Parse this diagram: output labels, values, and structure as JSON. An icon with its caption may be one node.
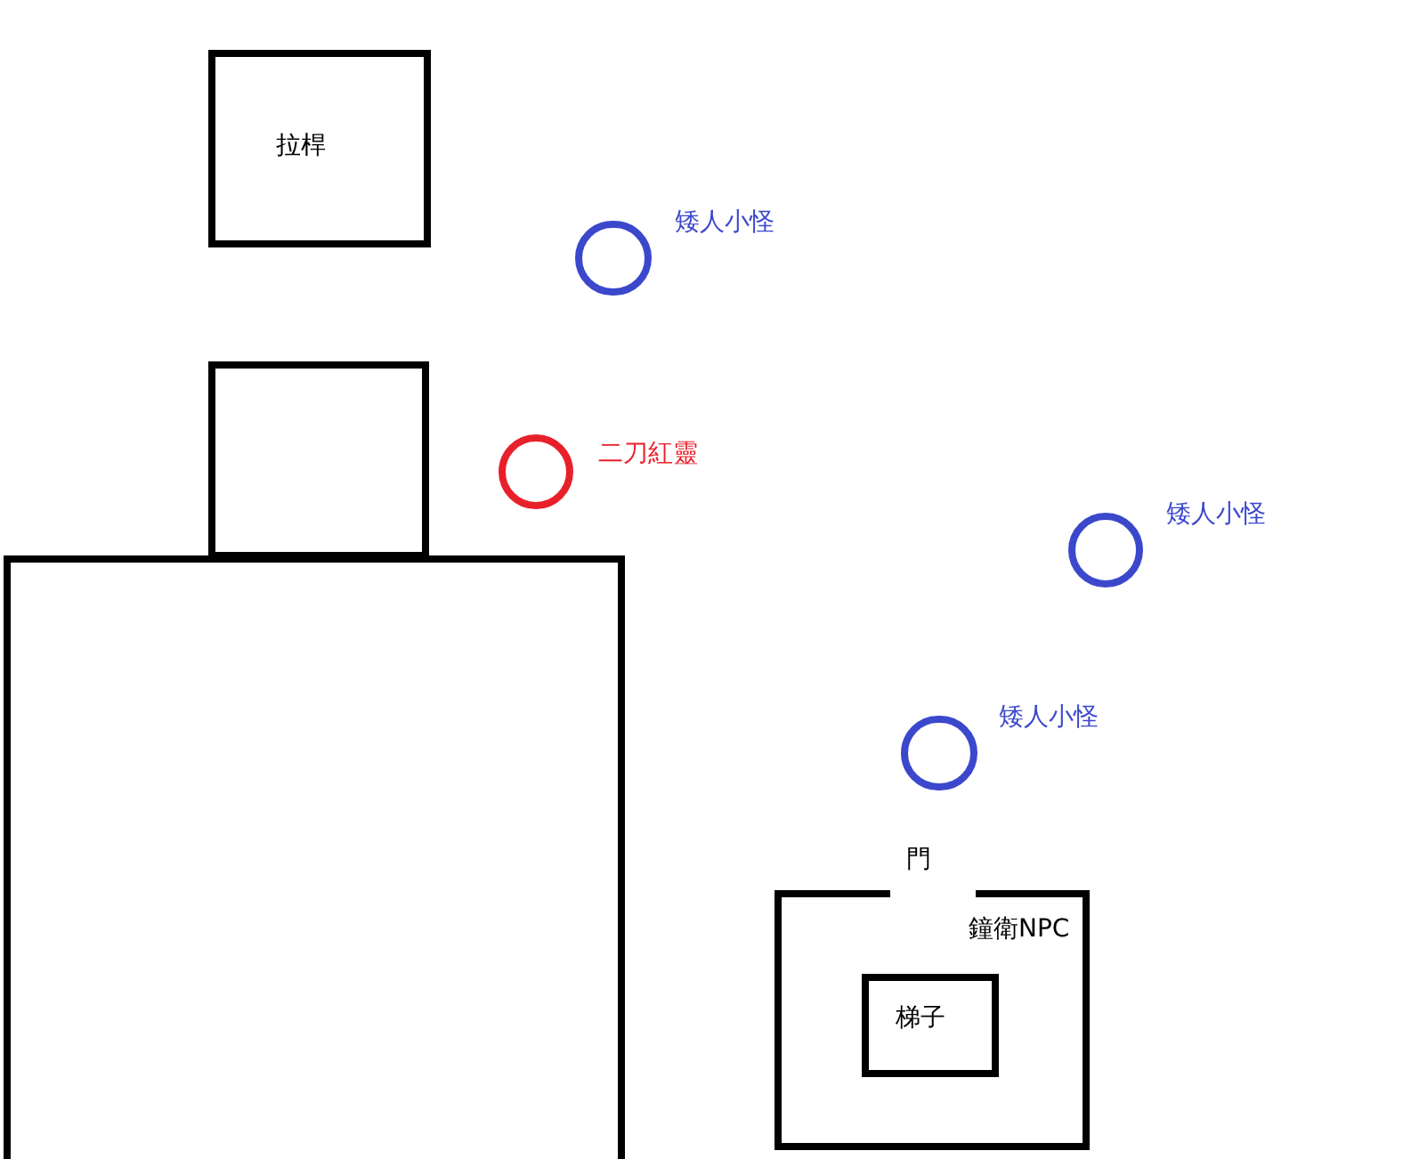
{
  "diagram": {
    "nodes": [
      {
        "text": [
          "拉桿"
        ]
      },
      {
        "text": [],
        "shape": "box"
      },
      {
        "text": [],
        "shape": "box"
      },
      {
        "text": [],
        "shape": "circle",
        "beside": [
          "矮人小怪"
        ]
      },
      {
        "text": [],
        "shape": "circle",
        "beside": [
          "二刀紅靈"
        ]
      },
      {
        "text": [],
        "shape": "circle",
        "beside": [
          "矮人小怪"
        ]
      },
      {
        "text": [],
        "shape": "circle",
        "beside": [
          "矮人小怪"
        ]
      },
      {
        "text": [
          "鐘衛NPC"
        ],
        "beside": [
          "門"
        ]
      },
      {
        "text": [
          "梯子"
        ],
        "in": 7
      }
    ]
  }
}
